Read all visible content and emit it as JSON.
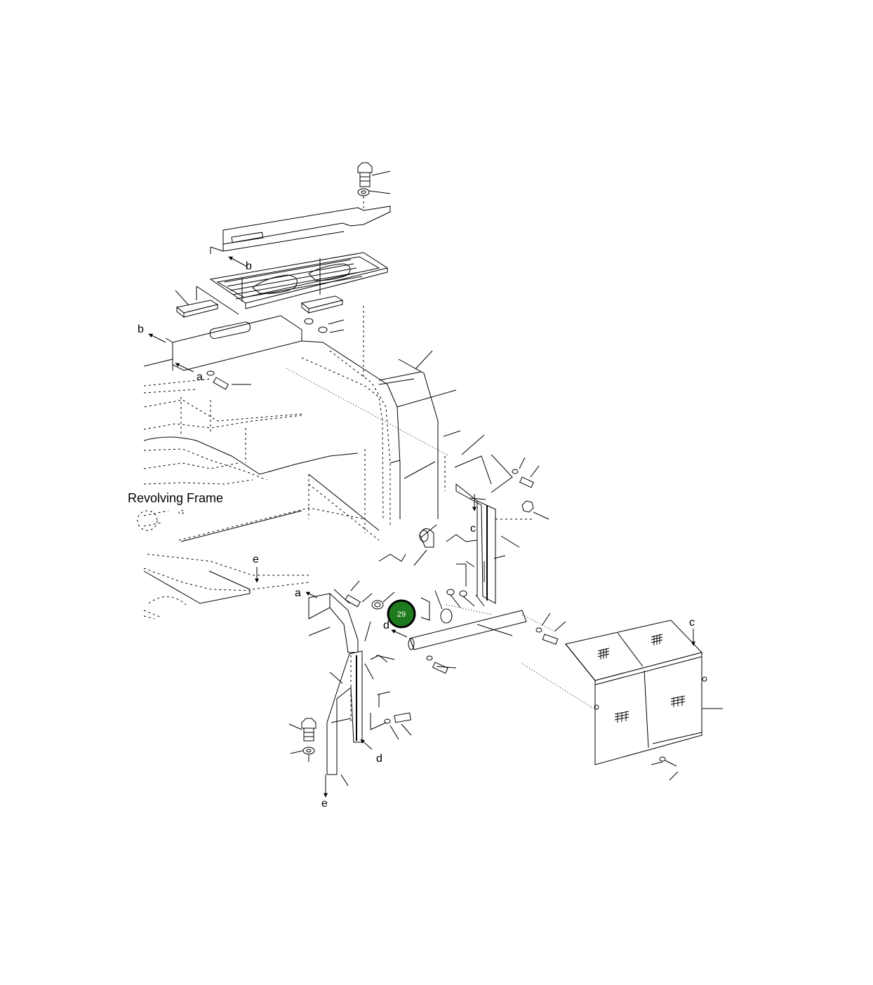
{
  "diagram": {
    "assembly_label": "Revolving Frame",
    "reference_letters": {
      "b_upper": "b",
      "b_left": "b",
      "a_upper": "a",
      "a_lower": "a",
      "c_mid": "c",
      "c_right": "c",
      "d_mid": "d",
      "d_lower": "d",
      "e_mid": "e",
      "e_lower": "e"
    },
    "callout": {
      "number": "29",
      "fill_color": "#1e7a1e",
      "stroke_color": "#000000"
    }
  }
}
